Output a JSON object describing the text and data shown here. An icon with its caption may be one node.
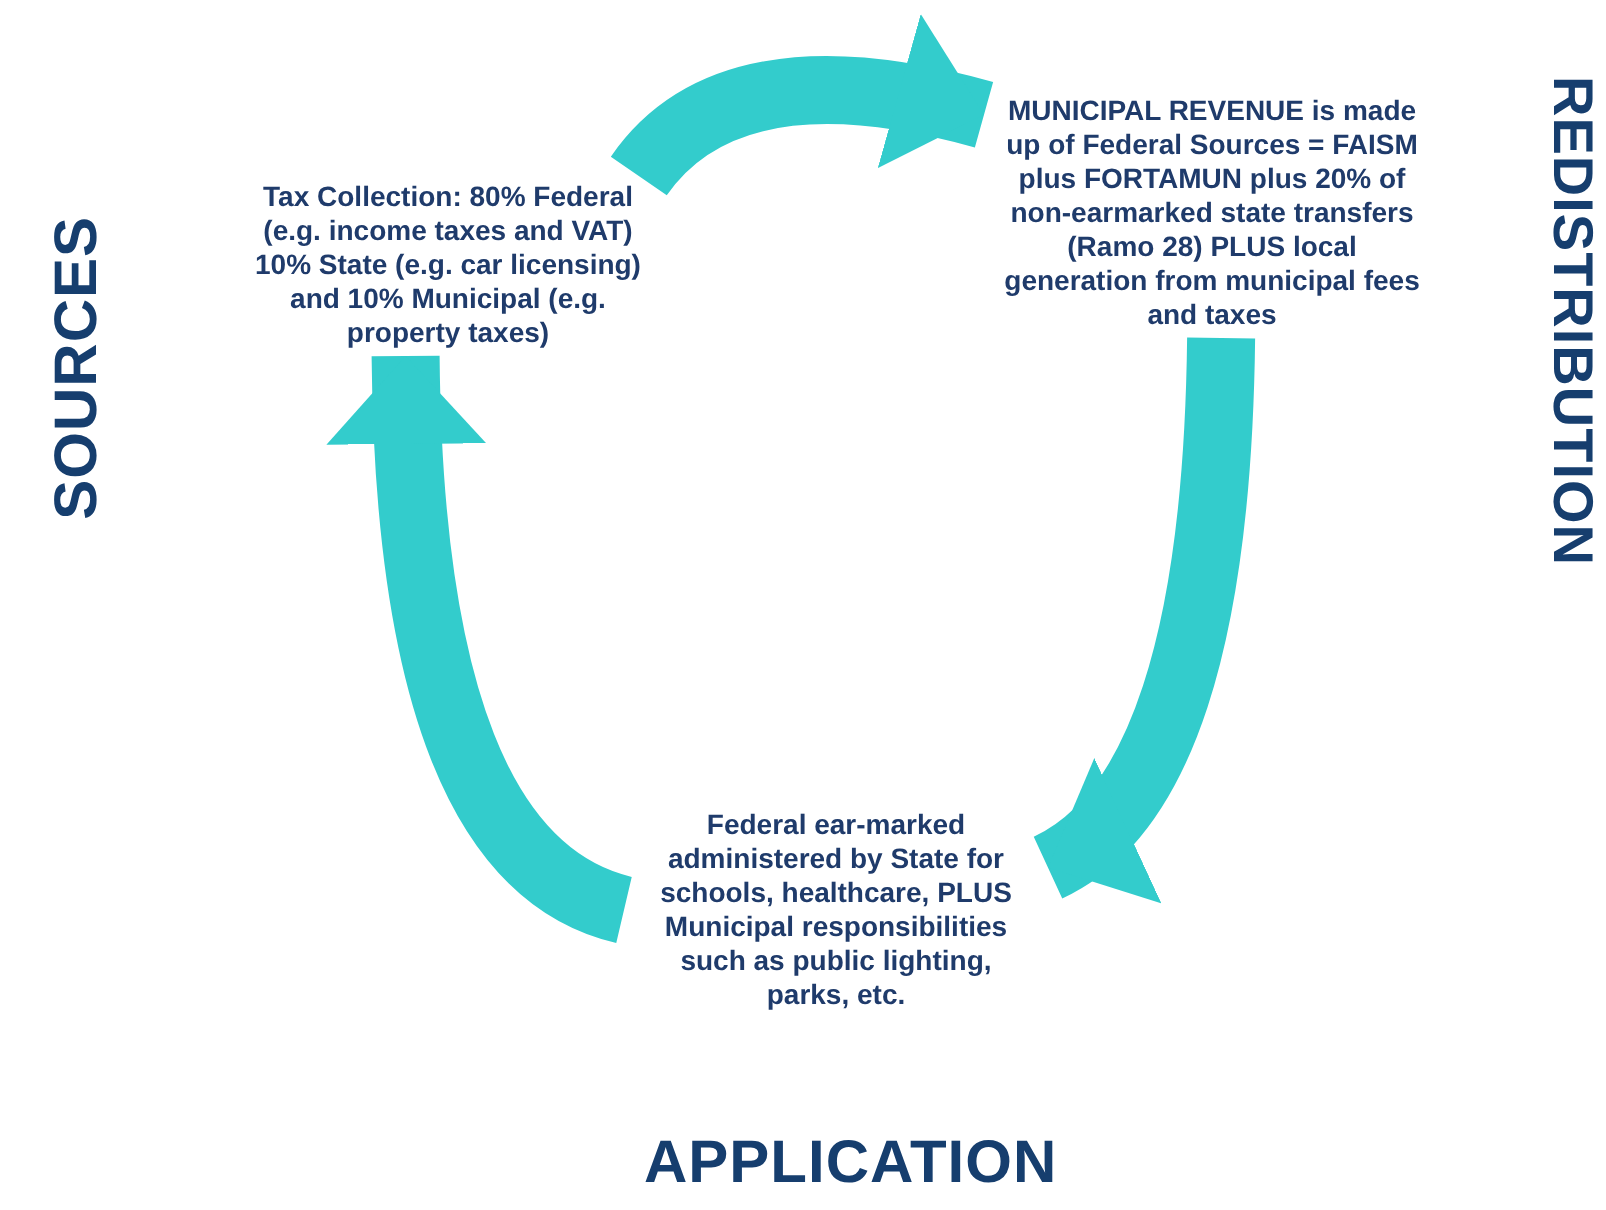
{
  "diagram": {
    "nodes": [
      {
        "text": [
          "Tax Collection: 80%  Federal (e.g. income taxes and VAT) 10%  State (e.g. car licensing) and 10%  Municipal (e.g. property taxes)"
        ]
      },
      {
        "text": [
          "MUNICIPAL  REVENUE  is made up of Federal Sources = FAISM plus FORTAMUN plus 20%  of non-earmarked state transfers (Ramo 28) PLUS local generation from municipal fees and taxes"
        ]
      },
      {
        "text": [
          "Federal ear-marked administered by State for schools,  healthcare, PLUS Municipal responsibilities  such as public lighting, parks, etc."
        ]
      }
    ],
    "edges": [
      {
        "from": 0,
        "to": 1,
        "arrow": "to"
      },
      {
        "from": 1,
        "to": 2,
        "arrow": "to"
      },
      {
        "from": 2,
        "to": 0,
        "arrow": "to"
      }
    ],
    "labels": [
      "SOURCES",
      "REDISTRIBUTION",
      "APPLICATION"
    ]
  }
}
